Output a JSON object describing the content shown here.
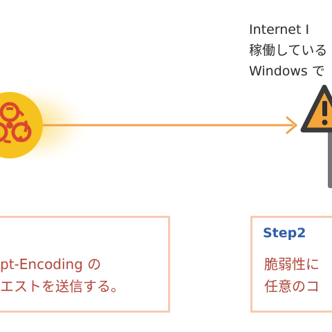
{
  "server_label": {
    "lines": [
      "Internet I",
      "稼働している",
      "Windows で"
    ]
  },
  "step1": {
    "lines": [
      "pt-Encoding の",
      "エストを送信する。"
    ]
  },
  "step2": {
    "title": "Step2",
    "lines": [
      "脆弱性に",
      "任意のコ"
    ]
  },
  "icons": {
    "attacker": "biohazard-icon",
    "warning": "warning-triangle-icon"
  },
  "colors": {
    "arrow": "#f0a24a",
    "biohazard_fill": "#f6c21e",
    "biohazard_symbol": "#d9472f",
    "warning_fill": "#f3a53a",
    "box_border": "#f7c9b3",
    "step_title": "#2f5ea8",
    "step_text": "#b0463a"
  }
}
